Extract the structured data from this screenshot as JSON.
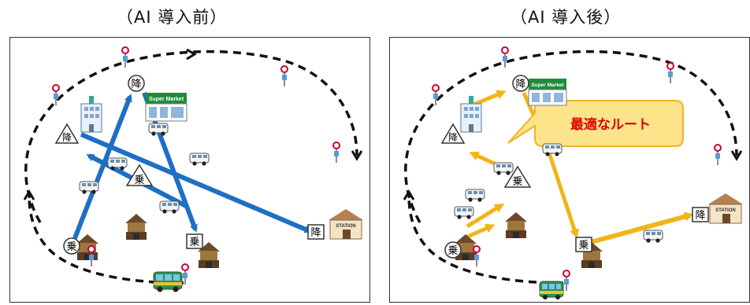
{
  "titles": {
    "before": "（AI 導入前）",
    "after": "（AI 導入後）"
  },
  "callout_text": "最適なルート",
  "stop_kanji": {
    "board": "乗",
    "alight": "降"
  },
  "supermarket_label": "Super Market",
  "station_label": "STATION",
  "colors": {
    "blue_route": "#1f6fc4",
    "optimal_route": "#f2b418",
    "callout_fill": "#fde38a",
    "callout_text": "#e00000",
    "loop_line": "#111111"
  }
}
